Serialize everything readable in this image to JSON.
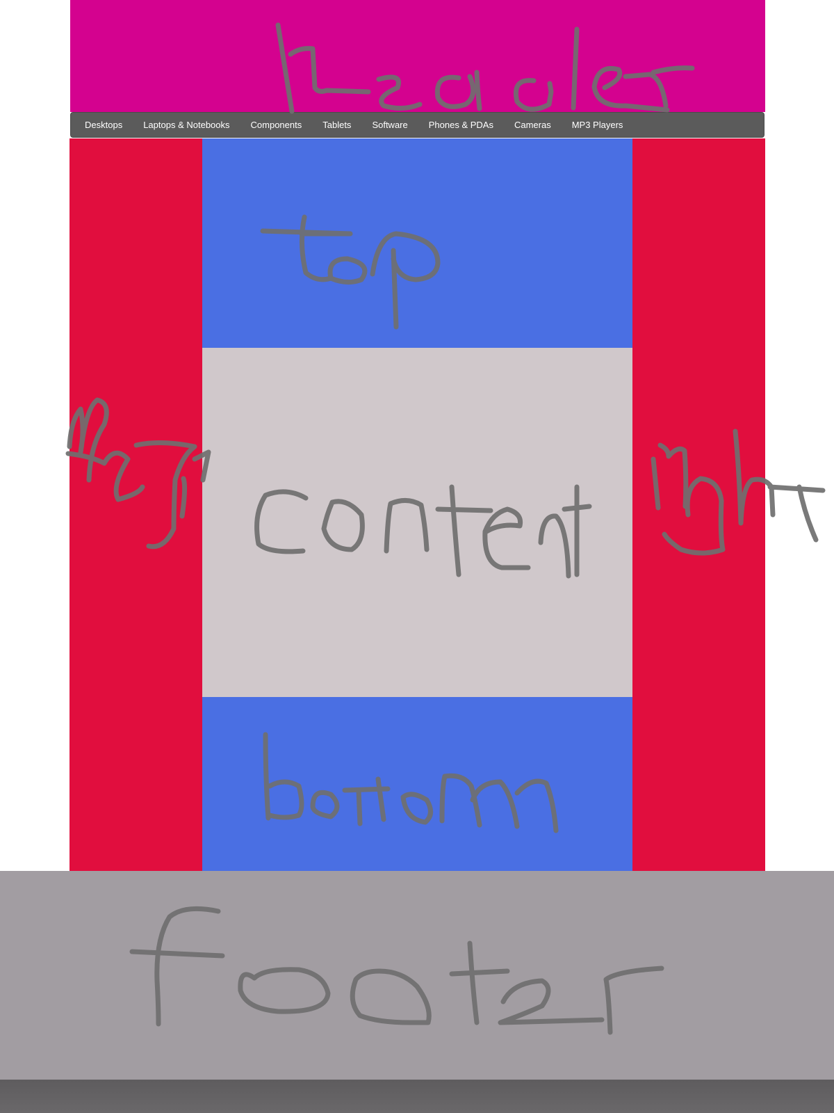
{
  "nav": {
    "items": [
      {
        "label": "Desktops"
      },
      {
        "label": "Laptops & Notebooks"
      },
      {
        "label": "Components"
      },
      {
        "label": "Tablets"
      },
      {
        "label": "Software"
      },
      {
        "label": "Phones & PDAs"
      },
      {
        "label": "Cameras"
      },
      {
        "label": "MP3 Players"
      }
    ]
  },
  "handwritten": {
    "header": "header",
    "top": "top",
    "left": "left",
    "content": "content",
    "right": "right",
    "bottom": "bottom",
    "footer": "footer"
  },
  "colors": {
    "header": "#d4028f",
    "nav": "#5b5b5b",
    "sides": "#e10e3e",
    "top_bottom": "#4a6fe3",
    "content": "#d0c8cb",
    "footer": "#a29da2",
    "footer_bar": "#5e5c5e",
    "scribble": "#6f6f6f"
  }
}
